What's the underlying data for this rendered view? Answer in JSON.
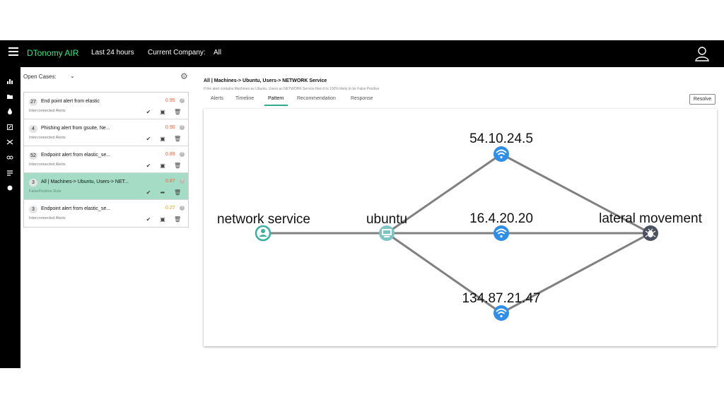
{
  "header": {
    "brand": "DTonomy AIR",
    "time_range": "Last 24 hours",
    "company_label": "Current Company:",
    "company_value": "All"
  },
  "rail_icons": [
    "chart-icon",
    "folder-icon",
    "drop-icon",
    "edit-icon",
    "shuffle-icon",
    "link-icon",
    "list-icon",
    "dot-icon"
  ],
  "left": {
    "open_cases_label": "Open Cases:",
    "cases": [
      {
        "count": "27",
        "title": "End point alert from elastic",
        "subtitle": "Interconnected Alerts",
        "score": "0.95",
        "score_color": "#e2643e",
        "active": false
      },
      {
        "count": "4",
        "title": "Phishing alert from gsuite, Ne...",
        "subtitle": "Interconnected Alerts",
        "score": "0.90",
        "score_color": "#e2643e",
        "active": false
      },
      {
        "count": "52",
        "title": "Endpoint alert from elastic_se...",
        "subtitle": "Interconnected Alerts",
        "score": "0.89",
        "score_color": "#e2643e",
        "active": false
      },
      {
        "count": "3",
        "title": "All | Machines-> Ubuntu, Users-> NET...",
        "subtitle": "FalsePositive Rule",
        "score": "0.87",
        "score_color": "#e2643e",
        "active": true
      },
      {
        "count": "3",
        "title": "Endpoint alert from elastic_se...",
        "subtitle": "Interconnected Alerts",
        "score": "0.27",
        "score_color": "#e8a21e",
        "active": false
      }
    ]
  },
  "main": {
    "title": "All | Machines-> Ubuntu, Users-> NETWORK Service",
    "description": "If the alert contains Machines as Ubuntu, Users as NETWORK Service then it is 100% likely to be False Positive",
    "tabs": [
      "Alerts",
      "Timeline",
      "Pattern",
      "Recommendation",
      "Response"
    ],
    "active_tab": "Pattern",
    "resolve_label": "Resolve"
  },
  "graph": {
    "nodes": [
      {
        "label": "network service",
        "icon": "user-icon",
        "color": "#3ab0a0"
      },
      {
        "label": "ubuntu",
        "icon": "computer-icon",
        "color": "#5ab0b0"
      },
      {
        "label": "54.10.24.5",
        "icon": "wifi-icon",
        "color": "#2f8fe8"
      },
      {
        "label": "16.4.20.20",
        "icon": "wifi-icon",
        "color": "#2f8fe8"
      },
      {
        "label": "134.87.21.47",
        "icon": "wifi-icon",
        "color": "#2f8fe8"
      },
      {
        "label": "lateral movement",
        "icon": "bug-icon",
        "color": "#4a5260"
      }
    ],
    "edge_color": "#808080"
  }
}
